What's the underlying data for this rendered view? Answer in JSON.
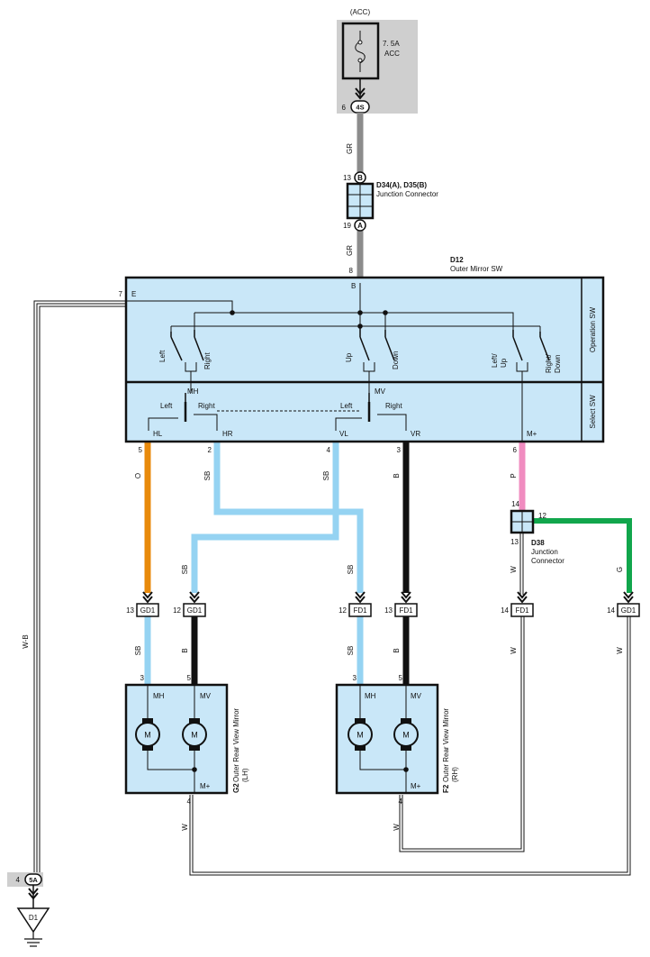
{
  "fuse": {
    "top_label": "(ACC)",
    "rating": "7. 5A",
    "name": "ACC",
    "connector": "4S",
    "pin": "6"
  },
  "junction_d34": {
    "title": "D34(A), D35(B)",
    "subtitle": "Junction Connector",
    "top_connector": "B",
    "top_pin": "13",
    "bottom_connector": "A",
    "bottom_pin": "19"
  },
  "switch": {
    "code": "D12",
    "name": "Outer Mirror SW",
    "pin_b": "8",
    "label_b": "B",
    "pin_e": "7",
    "label_e": "E",
    "operation_label": "Operation SW",
    "select_label": "Select SW",
    "op_left": "Left",
    "op_right": "Right",
    "op_up": "Up",
    "op_down": "Down",
    "op_left_up": "Left/\nUp",
    "op_right_down": "Right/\nDown",
    "sel_mh": "MH",
    "sel_mv": "MV",
    "sel_left_1": "Left",
    "sel_right_1": "Right",
    "sel_left_2": "Left",
    "sel_right_2": "Right",
    "terminals": [
      {
        "pin": "5",
        "label": "HL"
      },
      {
        "pin": "2",
        "label": "HR"
      },
      {
        "pin": "4",
        "label": "VL"
      },
      {
        "pin": "3",
        "label": "VR"
      },
      {
        "pin": "6",
        "label": "M+"
      }
    ]
  },
  "wire_colors": {
    "gr1": "GR",
    "gr2": "GR",
    "o": "O",
    "sb_hr": "SB",
    "sb_vl": "SB",
    "b_vr": "B",
    "p": "P",
    "sb_gd1": "SB",
    "sb_fd1": "SB",
    "w_d38": "W",
    "g_d38": "G",
    "sb_g2": "SB",
    "b_g2": "B",
    "sb_f2": "SB",
    "b_f2": "B",
    "w_fd1": "W",
    "w_gd1": "W",
    "w_g2": "W",
    "w_f2": "W",
    "wb": "W-B"
  },
  "junction_d38": {
    "code": "D38",
    "name": "Junction\nConnector",
    "pin_top": "14",
    "pin_right": "12",
    "pin_bottom": "13"
  },
  "connectors": [
    {
      "pin": "13",
      "name": "GD1"
    },
    {
      "pin": "12",
      "name": "GD1"
    },
    {
      "pin": "12",
      "name": "FD1"
    },
    {
      "pin": "13",
      "name": "FD1"
    },
    {
      "pin": "14",
      "name": "FD1"
    },
    {
      "pin": "14",
      "name": "GD1"
    }
  ],
  "mirror_lh": {
    "code": "G2",
    "name": "Outer Rear View Mirror\n(LH)",
    "mh": "MH",
    "mv": "MV",
    "mplus": "M+",
    "motor": "M",
    "pin_mh": "3",
    "pin_mv": "5",
    "pin_mplus": "4"
  },
  "mirror_rh": {
    "code": "F2",
    "name": "Outer Rear View Mirror\n(RH)",
    "mh": "MH",
    "mv": "MV",
    "mplus": "M+",
    "motor": "M",
    "pin_mh": "3",
    "pin_mv": "5",
    "pin_mplus": "4"
  },
  "ground": {
    "connector": "5A",
    "pin": "4",
    "name": "D1"
  },
  "colors": {
    "gr": "#8c8c8c",
    "orange": "#e88a0c",
    "sky_blue": "#95d3f2",
    "black": "#111111",
    "pink": "#f08cc0",
    "green": "#11a64c",
    "box_fill": "#c9e7f8",
    "fuse_panel": "#cfcfcf"
  }
}
